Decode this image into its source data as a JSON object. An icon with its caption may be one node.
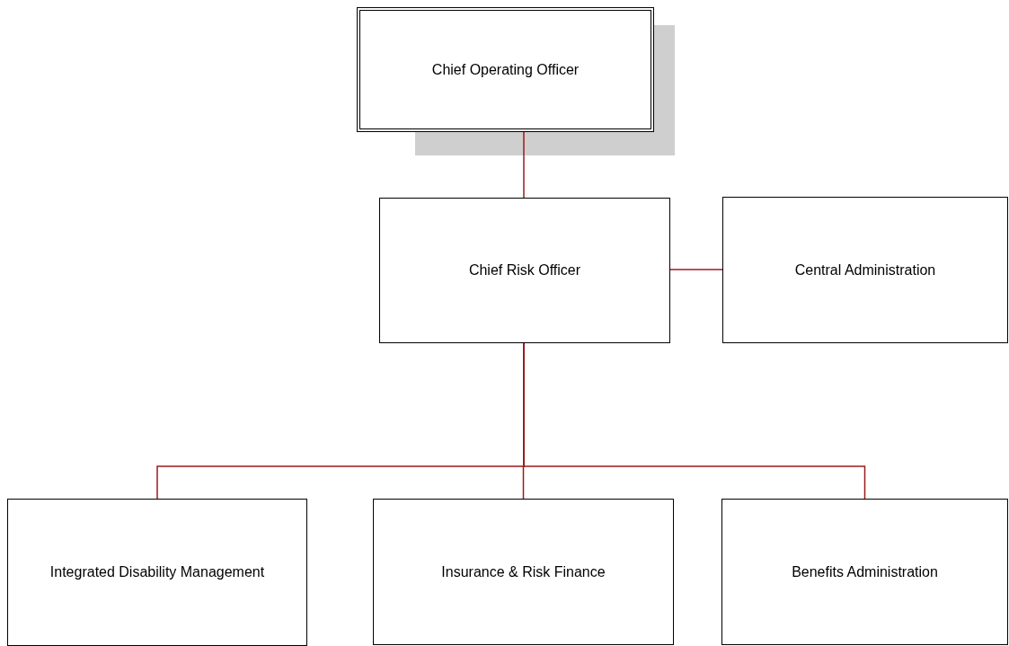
{
  "diagram": {
    "nodes": [
      {
        "text": [
          "Chief Operating Officer"
        ]
      },
      {
        "text": [
          "Chief Risk Officer"
        ]
      },
      {
        "text": [
          "Central Administration"
        ]
      },
      {
        "text": [
          "Integrated Disability Management"
        ]
      },
      {
        "text": [
          "Insurance & Risk Finance"
        ]
      },
      {
        "text": [
          "Benefits Administration"
        ]
      }
    ],
    "edges": [
      {
        "from": 0,
        "to": 1,
        "arrow": "none"
      },
      {
        "from": 1,
        "to": 2,
        "arrow": "none"
      },
      {
        "from": 1,
        "to": 3,
        "arrow": "none"
      },
      {
        "from": 1,
        "to": 4,
        "arrow": "none"
      },
      {
        "from": 1,
        "to": 5,
        "arrow": "none"
      }
    ]
  }
}
